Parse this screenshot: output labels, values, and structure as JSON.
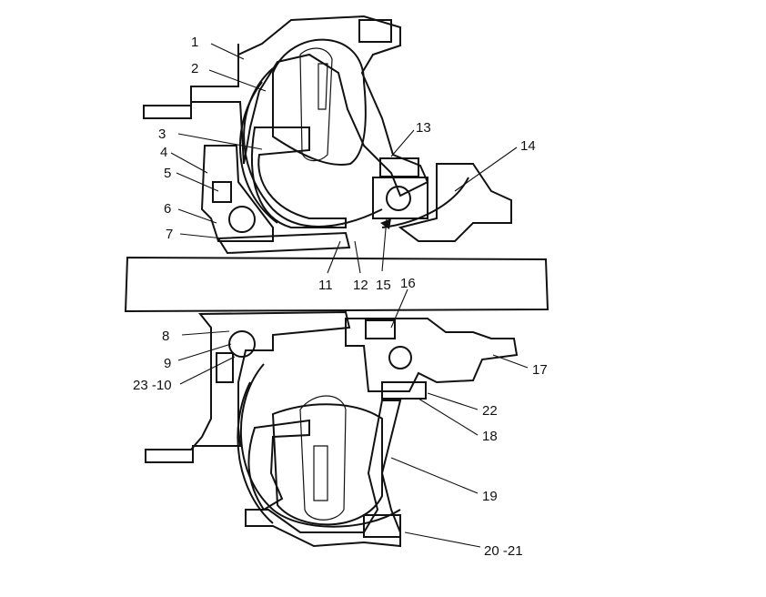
{
  "labels": {
    "l1": "1",
    "l2": "2",
    "l3": "3",
    "l4": "4",
    "l5": "5",
    "l6": "6",
    "l7": "7",
    "l8": "8",
    "l9": "9",
    "l23_10": "23 -10",
    "l11": "11",
    "l12": "12",
    "l13": "13",
    "l14": "14",
    "l15": "15",
    "l16": "16",
    "l17": "17",
    "l18": "18",
    "l19": "19",
    "l20_21": "20 -21",
    "l22": "22"
  },
  "colors": {
    "ink": "#111111",
    "background": "#ffffff"
  }
}
